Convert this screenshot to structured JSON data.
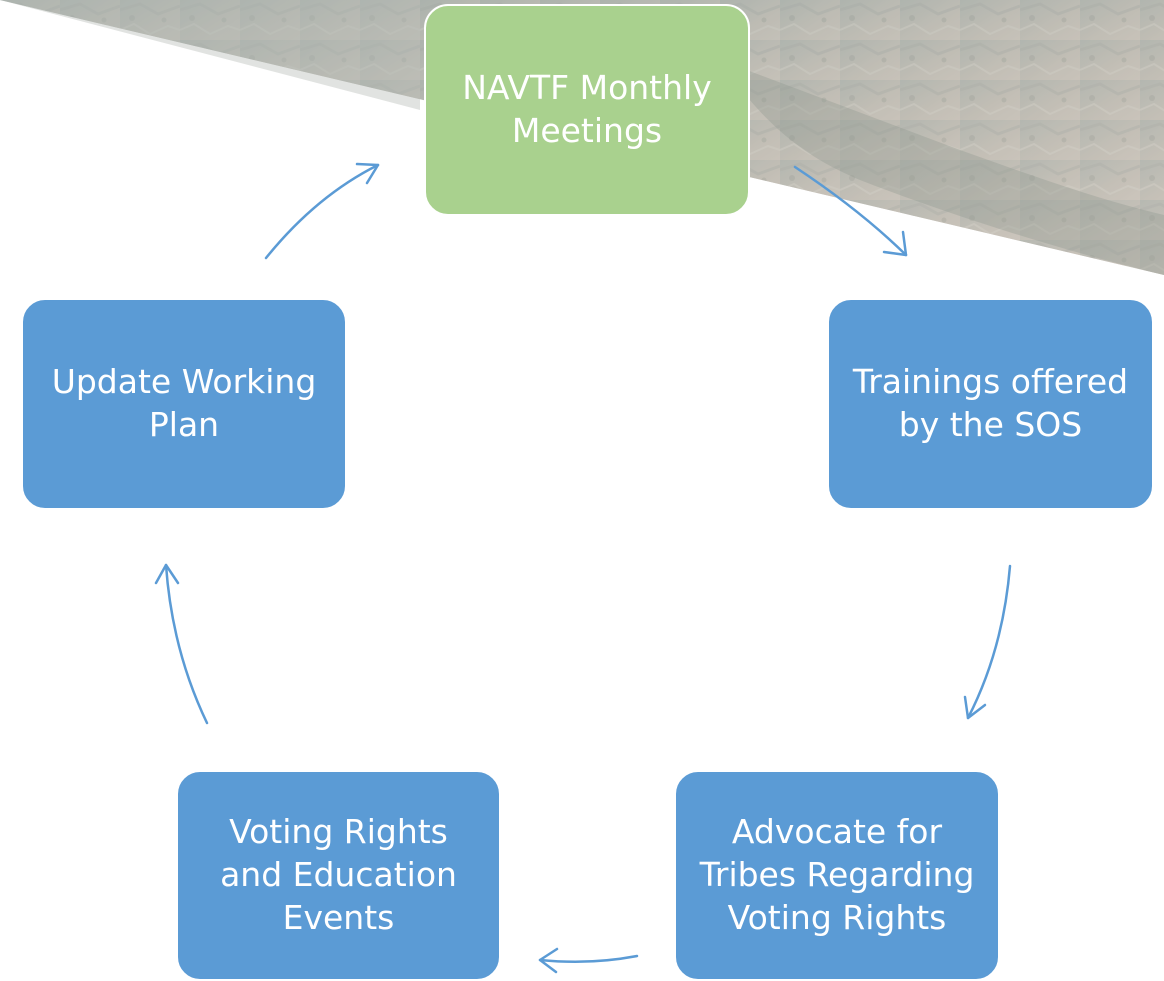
{
  "diagram": {
    "type": "cycle",
    "colors": {
      "node_fill": "#5b9bd5",
      "highlight_fill": "#a9d18e",
      "connector": "#5b9bd5",
      "text": "#ffffff"
    },
    "nodes": [
      {
        "id": "meetings",
        "label": "NAVTF Monthly Meetings",
        "lines": [
          "NAVTF Monthly",
          "Meetings"
        ],
        "highlighted": true
      },
      {
        "id": "trainings",
        "label": "Trainings offered by the SOS",
        "lines": [
          "Trainings offered",
          "by the SOS"
        ],
        "highlighted": false
      },
      {
        "id": "advocate",
        "label": "Advocate for Tribes Regarding Voting Rights",
        "lines": [
          "Advocate for",
          "Tribes Regarding",
          "Voting Rights"
        ],
        "highlighted": false
      },
      {
        "id": "events",
        "label": "Voting Rights and Education Events",
        "lines": [
          "Voting Rights",
          "and Education",
          "Events"
        ],
        "highlighted": false
      },
      {
        "id": "plan",
        "label": "Update Working Plan",
        "lines": [
          "Update Working",
          "Plan"
        ],
        "highlighted": false
      }
    ],
    "flow": [
      {
        "from": "meetings",
        "to": "trainings"
      },
      {
        "from": "trainings",
        "to": "advocate"
      },
      {
        "from": "advocate",
        "to": "events"
      },
      {
        "from": "events",
        "to": "plan"
      },
      {
        "from": "plan",
        "to": "meetings"
      }
    ]
  }
}
